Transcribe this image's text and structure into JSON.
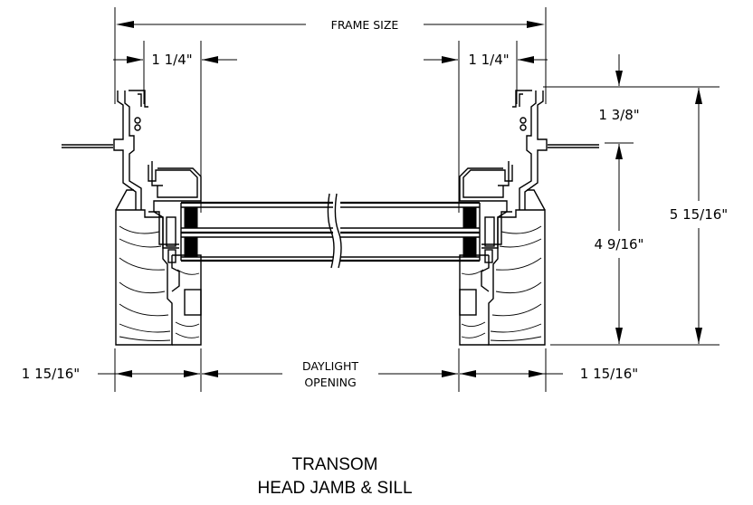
{
  "labels": {
    "frame_size": "FRAME SIZE",
    "left_frame_depth": "1 1/4\"",
    "right_frame_depth": "1 1/4\"",
    "top_rise": "1 3/8\"",
    "inner_height": "4 9/16\"",
    "overall_height": "5 15/16\"",
    "left_jamb_width": "1 15/16\"",
    "right_jamb_width": "1 15/16\"",
    "daylight_line1": "DAYLIGHT",
    "daylight_line2": "OPENING"
  },
  "title": {
    "line1": "TRANSOM",
    "line2": "HEAD JAMB & SILL"
  }
}
